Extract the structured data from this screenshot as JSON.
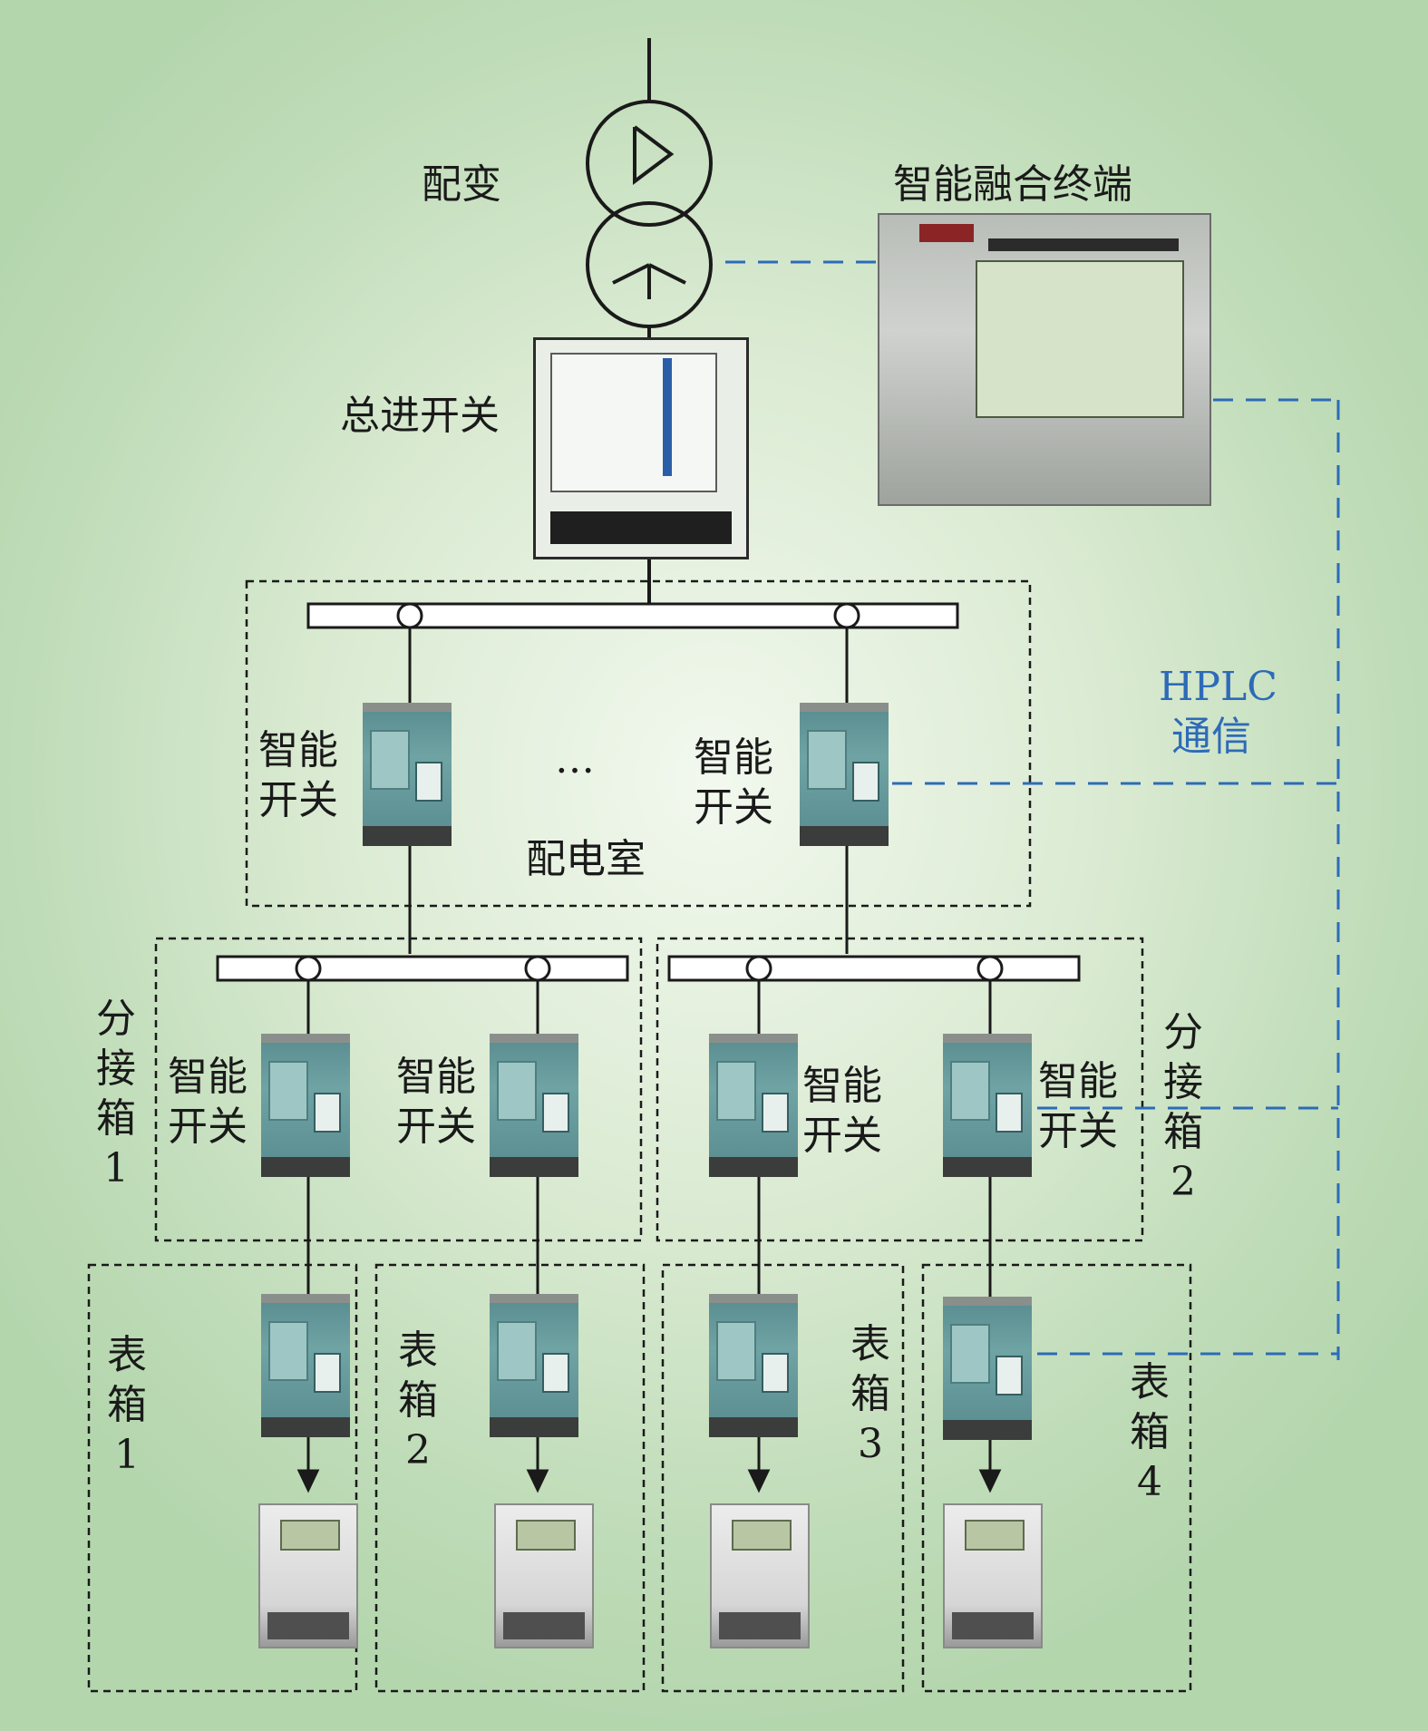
{
  "labels": {
    "transformer": "配变",
    "terminal": "智能融合终端",
    "main_switch": "总进开关",
    "smart_switch": "智能\n开关",
    "ellipsis": "…",
    "distribution_room": "配电室",
    "comm_line1": "HPLC",
    "comm_line2": "通信",
    "branch_box_1": "分\n接\n箱\n1",
    "branch_box_2": "分\n接\n箱\n2",
    "meter_box_1": "表\n箱\n1",
    "meter_box_2": "表\n箱\n2",
    "meter_box_3": "表\n箱\n3",
    "meter_box_4": "表\n箱\n4"
  },
  "colors": {
    "line": "#1a1a1a",
    "comm_dash": "#2d6bb8",
    "box_border": "#1a1a1a",
    "background": "#c8e2c1"
  },
  "icons": [
    "transformer-icon",
    "breaker-icon",
    "smart-switch-icon",
    "energy-meter-icon",
    "fusion-terminal-icon"
  ]
}
